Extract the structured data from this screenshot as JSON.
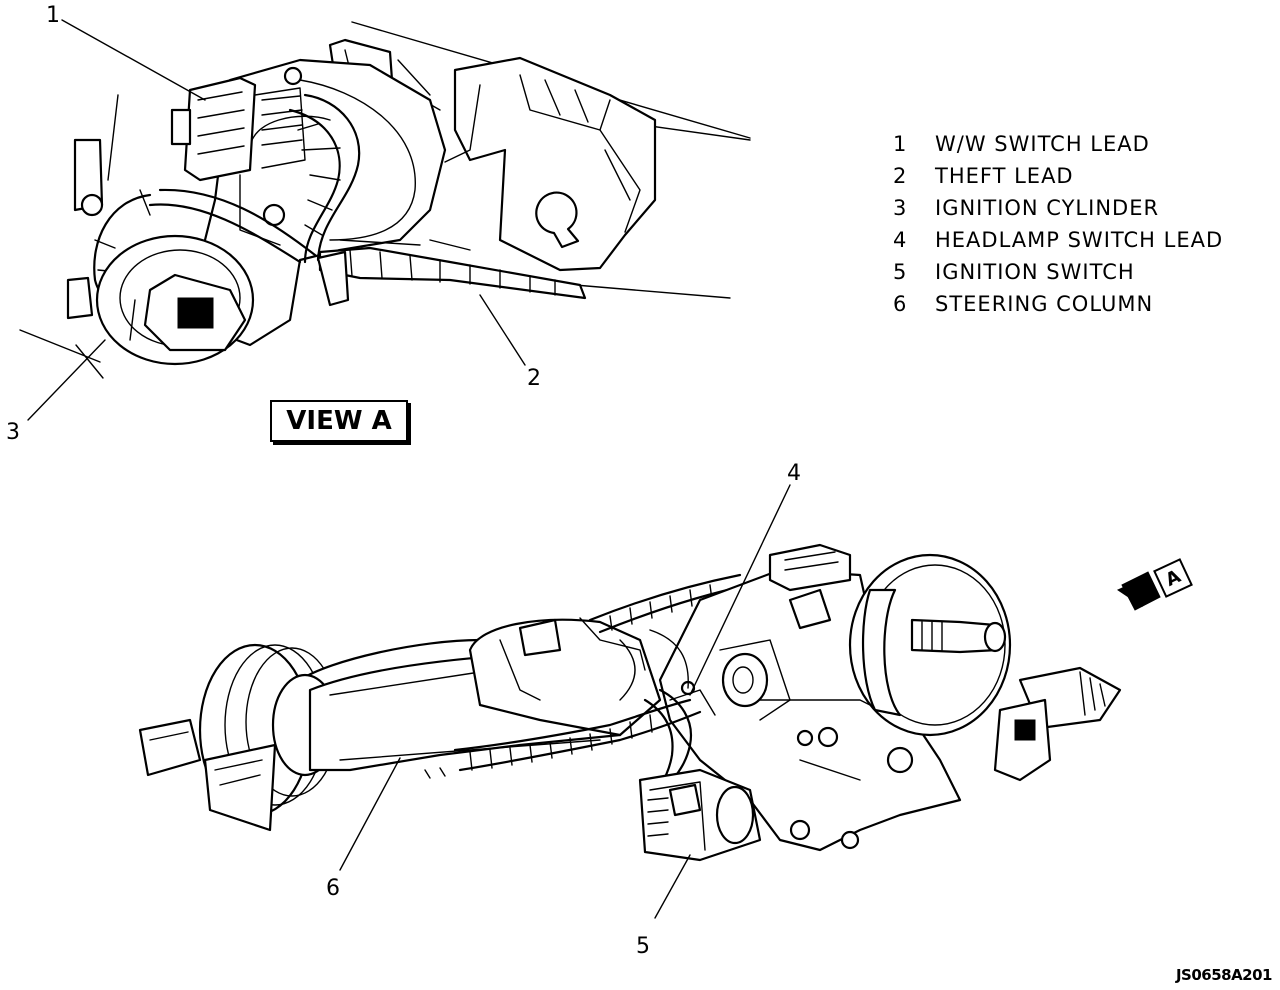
{
  "view_label": "VIEW A",
  "view_arrow_label": "A",
  "figure_id": "JS0658A201",
  "legend": [
    {
      "num": "1",
      "text": "W/W SWITCH LEAD"
    },
    {
      "num": "2",
      "text": "THEFT LEAD"
    },
    {
      "num": "3",
      "text": "IGNITION CYLINDER"
    },
    {
      "num": "4",
      "text": "HEADLAMP SWITCH LEAD"
    },
    {
      "num": "5",
      "text": "IGNITION SWITCH"
    },
    {
      "num": "6",
      "text": "STEERING COLUMN"
    }
  ],
  "callouts": {
    "c1": "1",
    "c2": "2",
    "c3": "3",
    "c4": "4",
    "c5": "5",
    "c6": "6"
  }
}
